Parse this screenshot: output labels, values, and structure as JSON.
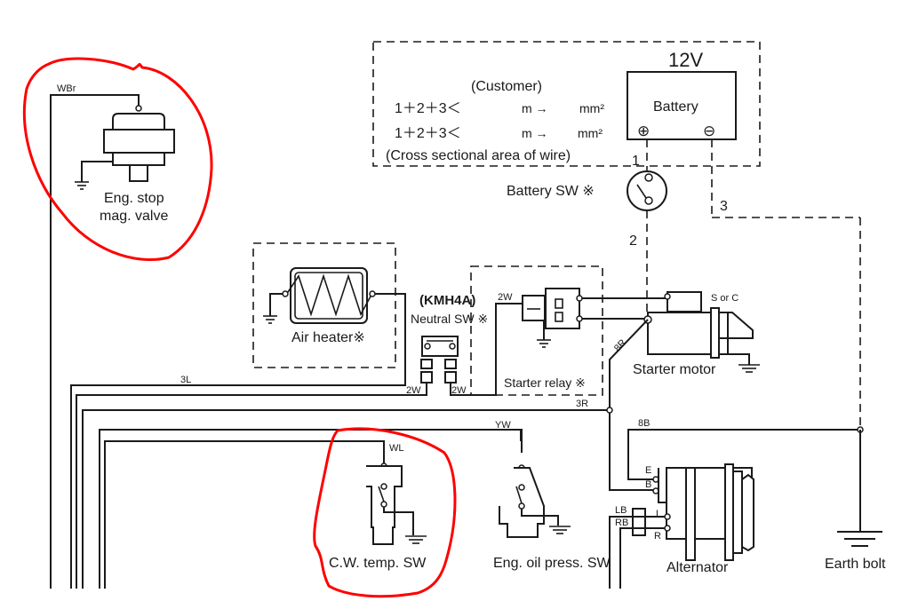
{
  "diagram": {
    "battery_box": {
      "voltage": "12V",
      "battery_label": "Battery",
      "plus_symbol": "⊕",
      "minus_symbol": "⊖",
      "customer_label": "(Customer)",
      "formula_1": "1＋2＋3＜",
      "formula_2": "1＋2＋3＜",
      "unit_m": "m →",
      "unit_mm2": "mm²",
      "cross_section_label": "(Cross sectional area of wire)"
    },
    "wire_numbers": {
      "w1": "1",
      "w2": "2",
      "w3": "3"
    },
    "battery_switch": {
      "label": "Battery SW ※"
    },
    "eng_stop_valve": {
      "wire": "WBr",
      "label_line1": "Eng. stop",
      "label_line2": "mag. valve"
    },
    "air_heater": {
      "label": "Air heater※"
    },
    "neutral_switch": {
      "model": "(KMH4A)",
      "label": "Neutral SW ※",
      "wire_left": "2W",
      "wire_right": "2W"
    },
    "starter_relay": {
      "label": "Starter relay ※",
      "wire_in": "2W"
    },
    "starter_motor": {
      "label": "Starter motor",
      "terminal": "S or C",
      "wire": "8R"
    },
    "harness_wires": {
      "w3l": "3L",
      "w3r": "3R",
      "wyw": "YW",
      "wwl": "WL",
      "w8b": "8B"
    },
    "cw_temp_switch": {
      "label": "C.W. temp. SW"
    },
    "oil_press_switch": {
      "label": "Eng. oil press. SW"
    },
    "alternator": {
      "label": "Alternator",
      "terminal_e": "E",
      "terminal_b": "B",
      "terminal_l": "L",
      "terminal_r": "R",
      "wire_lb": "LB",
      "wire_rb": "RB"
    },
    "earth_bolt": {
      "label": "Earth bolt"
    },
    "annotation_color": "#ff0000"
  }
}
